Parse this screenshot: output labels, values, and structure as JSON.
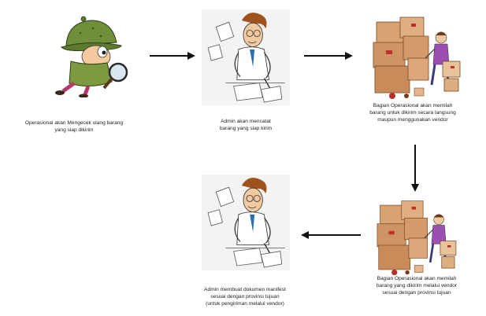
{
  "steps": [
    {
      "id": "step-1",
      "illustration": "detective-with-magnifier",
      "caption_lines": [
        "Operasional akan Mengecek ulang barang",
        "yang siap dikirim"
      ]
    },
    {
      "id": "step-2",
      "illustration": "admin-writing-notes",
      "caption_lines": [
        "Admin akan mencatat",
        "barang yang siap kirim"
      ]
    },
    {
      "id": "step-3",
      "illustration": "worker-with-boxes",
      "caption_lines": [
        "Bagian Operasional akan  memilah",
        "barang untuk dikirim secara langsung",
        "maupun menggunakan vendor"
      ]
    },
    {
      "id": "step-4",
      "illustration": "worker-with-boxes",
      "caption_lines": [
        "Bagian Operasional akan  memilah",
        "barang yang dikirim melalui vendor",
        "sesuai dengan provinsi tujuan"
      ]
    },
    {
      "id": "step-5",
      "illustration": "admin-writing-notes",
      "caption_lines": [
        "Admin membuat dokumen manifest",
        "sesuai dengan provinsi tujuan",
        "(untuk pengiriman melalui vendor)"
      ]
    }
  ],
  "connectors": [
    {
      "from": "step-1",
      "to": "step-2",
      "direction": "right"
    },
    {
      "from": "step-2",
      "to": "step-3",
      "direction": "right"
    },
    {
      "from": "step-3",
      "to": "step-4",
      "direction": "down"
    },
    {
      "from": "step-4",
      "to": "step-5",
      "direction": "left"
    }
  ],
  "colors": {
    "arrow": "#111111",
    "text": "#222222"
  }
}
